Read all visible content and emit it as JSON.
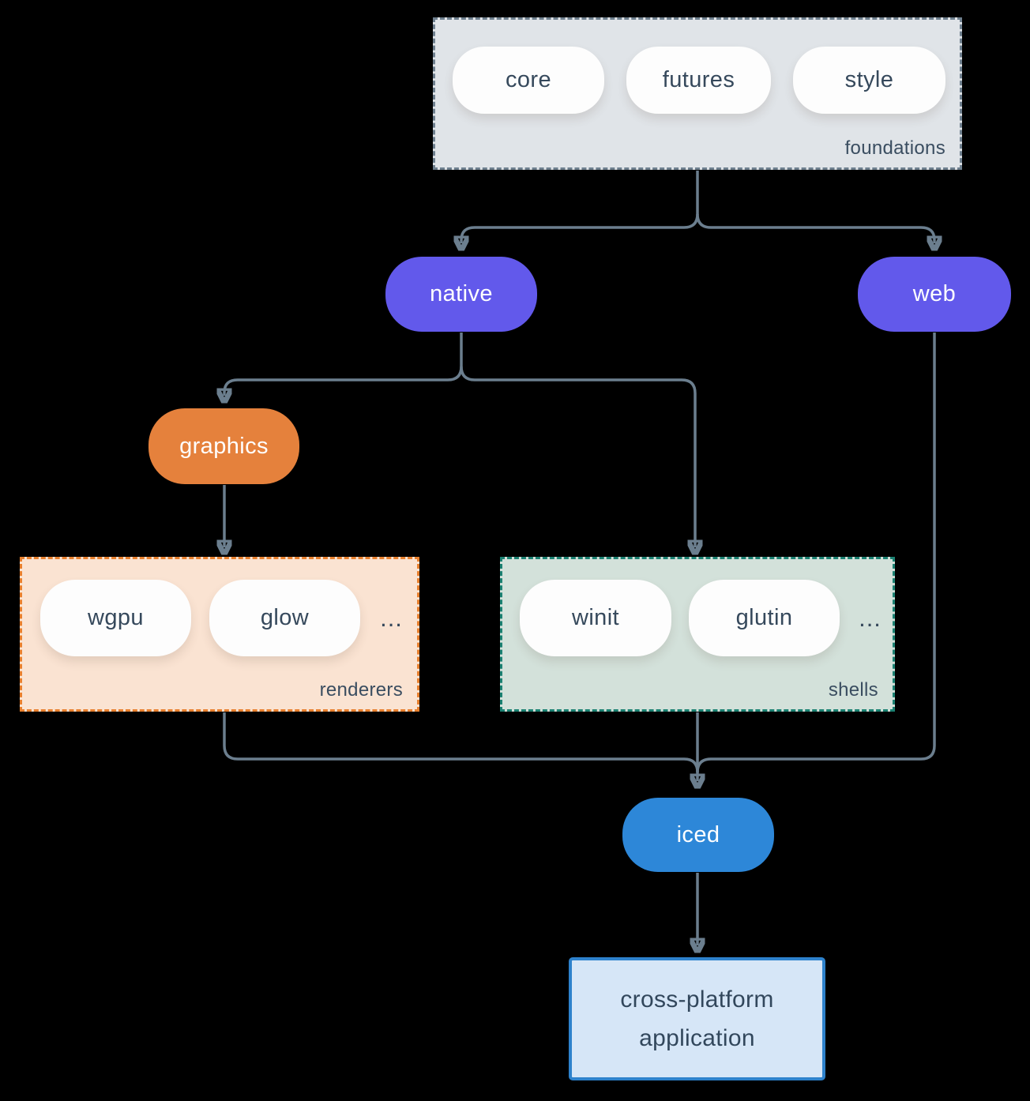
{
  "colors": {
    "background": "#000000",
    "connector": "#6b7e8e",
    "foundations_fill": "#e0e4e8",
    "foundations_border": "#6e7f8e",
    "renderers_fill": "#fae3d2",
    "renderers_border": "#e8802e",
    "shells_fill": "#d3e1da",
    "shells_border": "#1b8172",
    "node_purple": "#6259eb",
    "node_orange": "#e5813c",
    "node_blue": "#2d87d8",
    "application_fill": "#d6e6f7",
    "application_border": "#2e82cc",
    "text_dark": "#36495c",
    "pill_fill": "#fdfdfd"
  },
  "foundations": {
    "label": "foundations",
    "pills": [
      "core",
      "futures",
      "style"
    ]
  },
  "nodes": {
    "native": "native",
    "web": "web",
    "graphics": "graphics",
    "iced": "iced",
    "application": "cross-platform application"
  },
  "renderers": {
    "label": "renderers",
    "pills": [
      "wgpu",
      "glow"
    ],
    "ellipsis": "..."
  },
  "shells": {
    "label": "shells",
    "pills": [
      "winit",
      "glutin"
    ],
    "ellipsis": "..."
  }
}
